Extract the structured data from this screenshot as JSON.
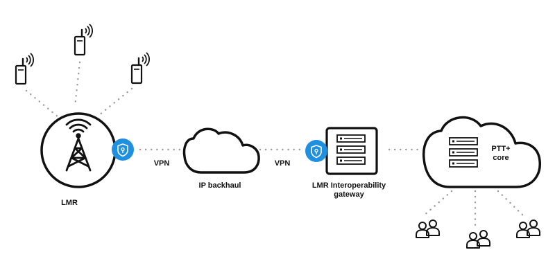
{
  "labels": {
    "lmr": "LMR",
    "vpn_left": "VPN",
    "ip_backhaul": "IP backhaul",
    "vpn_right": "VPN",
    "gateway_line1": "LMR Interoperability",
    "gateway_line2": "gateway",
    "ptt_line1": "PTT+",
    "ptt_line2": "core"
  },
  "icons": [
    "radio-handset-icon",
    "radio-tower-icon",
    "security-shield-icon",
    "cloud-icon",
    "server-rack-icon",
    "users-group-icon"
  ],
  "colors": {
    "stroke": "#111111",
    "dots": "#999999",
    "shield_badge": "#1f8fe0",
    "background": "#ffffff"
  }
}
